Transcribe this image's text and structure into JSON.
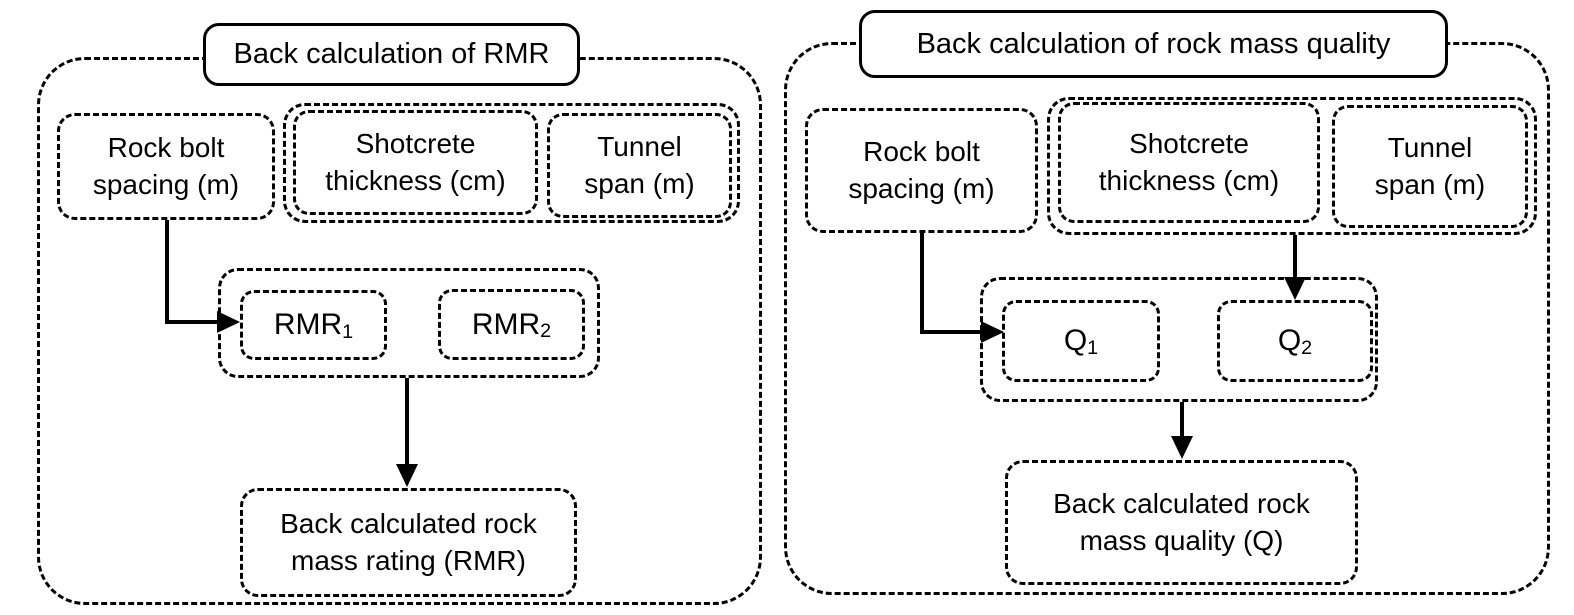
{
  "canvas": {
    "background": "#ffffff",
    "ink": "#000000"
  },
  "panels": {
    "left": {
      "title": "Back calculation of RMR",
      "rock_bolt": {
        "line1": "Rock bolt",
        "line2": "spacing (m)"
      },
      "shotcrete": {
        "line1": "Shotcrete",
        "line2": "thickness (cm)"
      },
      "tunnel": {
        "line1": "Tunnel",
        "line2": "span (m)"
      },
      "calc1": {
        "base": "RMR",
        "sub": "1"
      },
      "calc2": {
        "base": "RMR",
        "sub": "2"
      },
      "output": {
        "line1": "Back calculated rock",
        "line2": "mass rating (RMR)"
      }
    },
    "right": {
      "title": "Back calculation of rock mass quality",
      "rock_bolt": {
        "line1": "Rock bolt",
        "line2": "spacing (m)"
      },
      "shotcrete": {
        "line1": "Shotcrete",
        "line2": "thickness (cm)"
      },
      "tunnel": {
        "line1": "Tunnel",
        "line2": "span (m)"
      },
      "calc1": {
        "base": "Q",
        "sub": "1"
      },
      "calc2": {
        "base": "Q",
        "sub": "2"
      },
      "output": {
        "line1": "Back calculated rock",
        "line2": "mass quality (Q)"
      }
    }
  }
}
